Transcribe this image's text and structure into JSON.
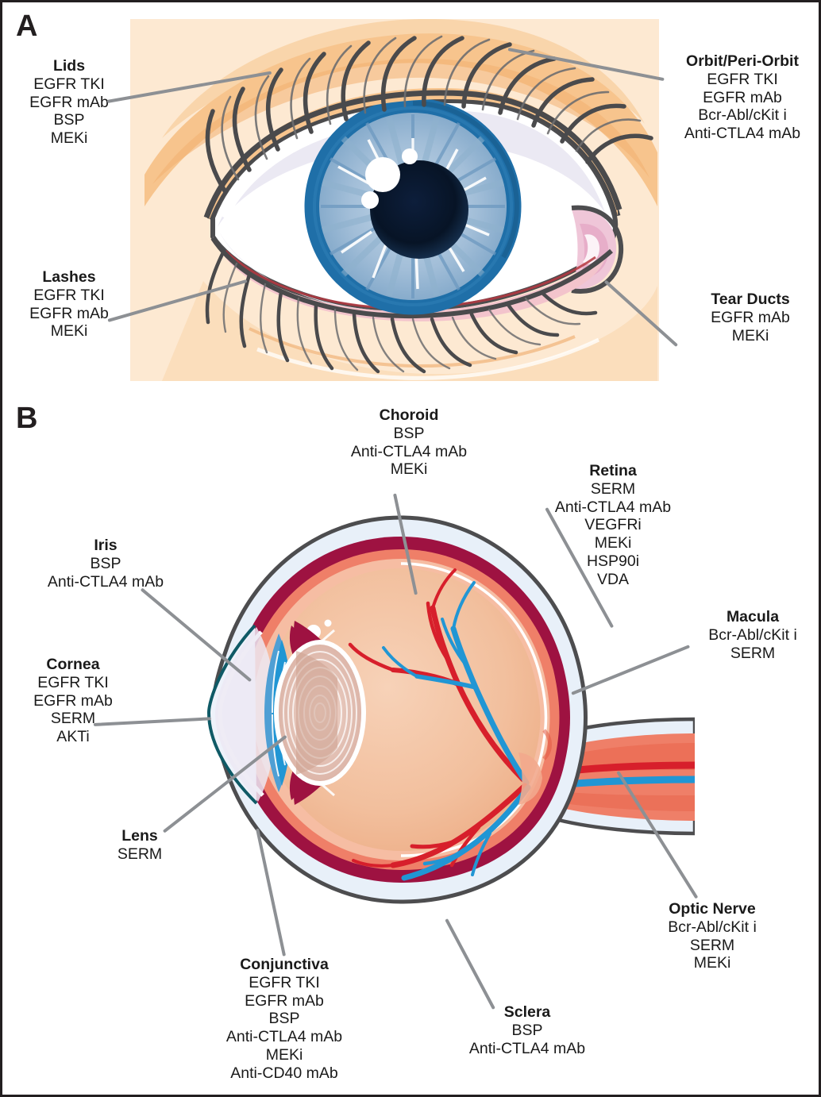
{
  "figure": {
    "panels": [
      {
        "letter": "A",
        "name": "external-eye"
      },
      {
        "letter": "B",
        "name": "eye-cross-section"
      }
    ]
  },
  "panel_a": {
    "letter": "A",
    "callouts": [
      {
        "id": "lids",
        "title": "Lids",
        "drugs": [
          "EGFR TKI",
          "EGFR mAb",
          "BSP",
          "MEKi"
        ]
      },
      {
        "id": "orbit",
        "title": "Orbit/Peri-Orbit",
        "drugs": [
          "EGFR TKI",
          "EGFR mAb",
          "Bcr-Abl/cKit i",
          "Anti-CTLA4 mAb"
        ]
      },
      {
        "id": "lashes",
        "title": "Lashes",
        "drugs": [
          "EGFR TKI",
          "EGFR mAb",
          "MEKi"
        ]
      },
      {
        "id": "tear-ducts",
        "title": "Tear Ducts",
        "drugs": [
          "EGFR mAb",
          "MEKi"
        ]
      }
    ]
  },
  "panel_b": {
    "letter": "B",
    "callouts": [
      {
        "id": "choroid",
        "title": "Choroid",
        "drugs": [
          "BSP",
          "Anti-CTLA4 mAb",
          "MEKi"
        ]
      },
      {
        "id": "retina",
        "title": "Retina",
        "drugs": [
          "SERM",
          "Anti-CTLA4 mAb",
          "VEGFRi",
          "MEKi",
          "HSP90i",
          "VDA"
        ]
      },
      {
        "id": "iris",
        "title": "Iris",
        "drugs": [
          "BSP",
          "Anti-CTLA4 mAb"
        ]
      },
      {
        "id": "macula",
        "title": "Macula",
        "drugs": [
          "Bcr-Abl/cKit i",
          "SERM"
        ]
      },
      {
        "id": "cornea",
        "title": "Cornea",
        "drugs": [
          "EGFR TKI",
          "EGFR mAb",
          "SERM",
          "AKTi"
        ]
      },
      {
        "id": "lens",
        "title": "Lens",
        "drugs": [
          "SERM"
        ]
      },
      {
        "id": "optic-nerve",
        "title": "Optic Nerve",
        "drugs": [
          "Bcr-Abl/cKit i",
          "SERM",
          "MEKi"
        ]
      },
      {
        "id": "conjunctiva",
        "title": "Conjunctiva",
        "drugs": [
          "EGFR TKI",
          "EGFR mAb",
          "BSP",
          "Anti-CTLA4 mAb",
          "MEKi",
          "Anti-CD40 mAb"
        ]
      },
      {
        "id": "sclera",
        "title": "Sclera",
        "drugs": [
          "BSP",
          "Anti-CTLA4 mAb"
        ]
      }
    ]
  },
  "colors": {
    "leader_line": "#8d9094",
    "text": "#1a1a1a",
    "frame": "#231f20",
    "skin_bg": "#fde9d2",
    "skin_lid": "#f7c48d",
    "iris_ring": "#1f6fa8",
    "iris_fill": "#a9c4dd",
    "pupil": "#0a1a33",
    "sclera_white": "#ffffff",
    "lid_margin_pink": "#f3c4cc",
    "choroid_crimson": "#9e1241",
    "retina_salmon": "#ef7f68",
    "vitreous_peach": "#f4c3a2",
    "sclera_pale_blue": "#e8f0f9",
    "artery_red": "#d71f2b",
    "vein_blue": "#2196d4",
    "outline_gray": "#4d4d4f"
  }
}
